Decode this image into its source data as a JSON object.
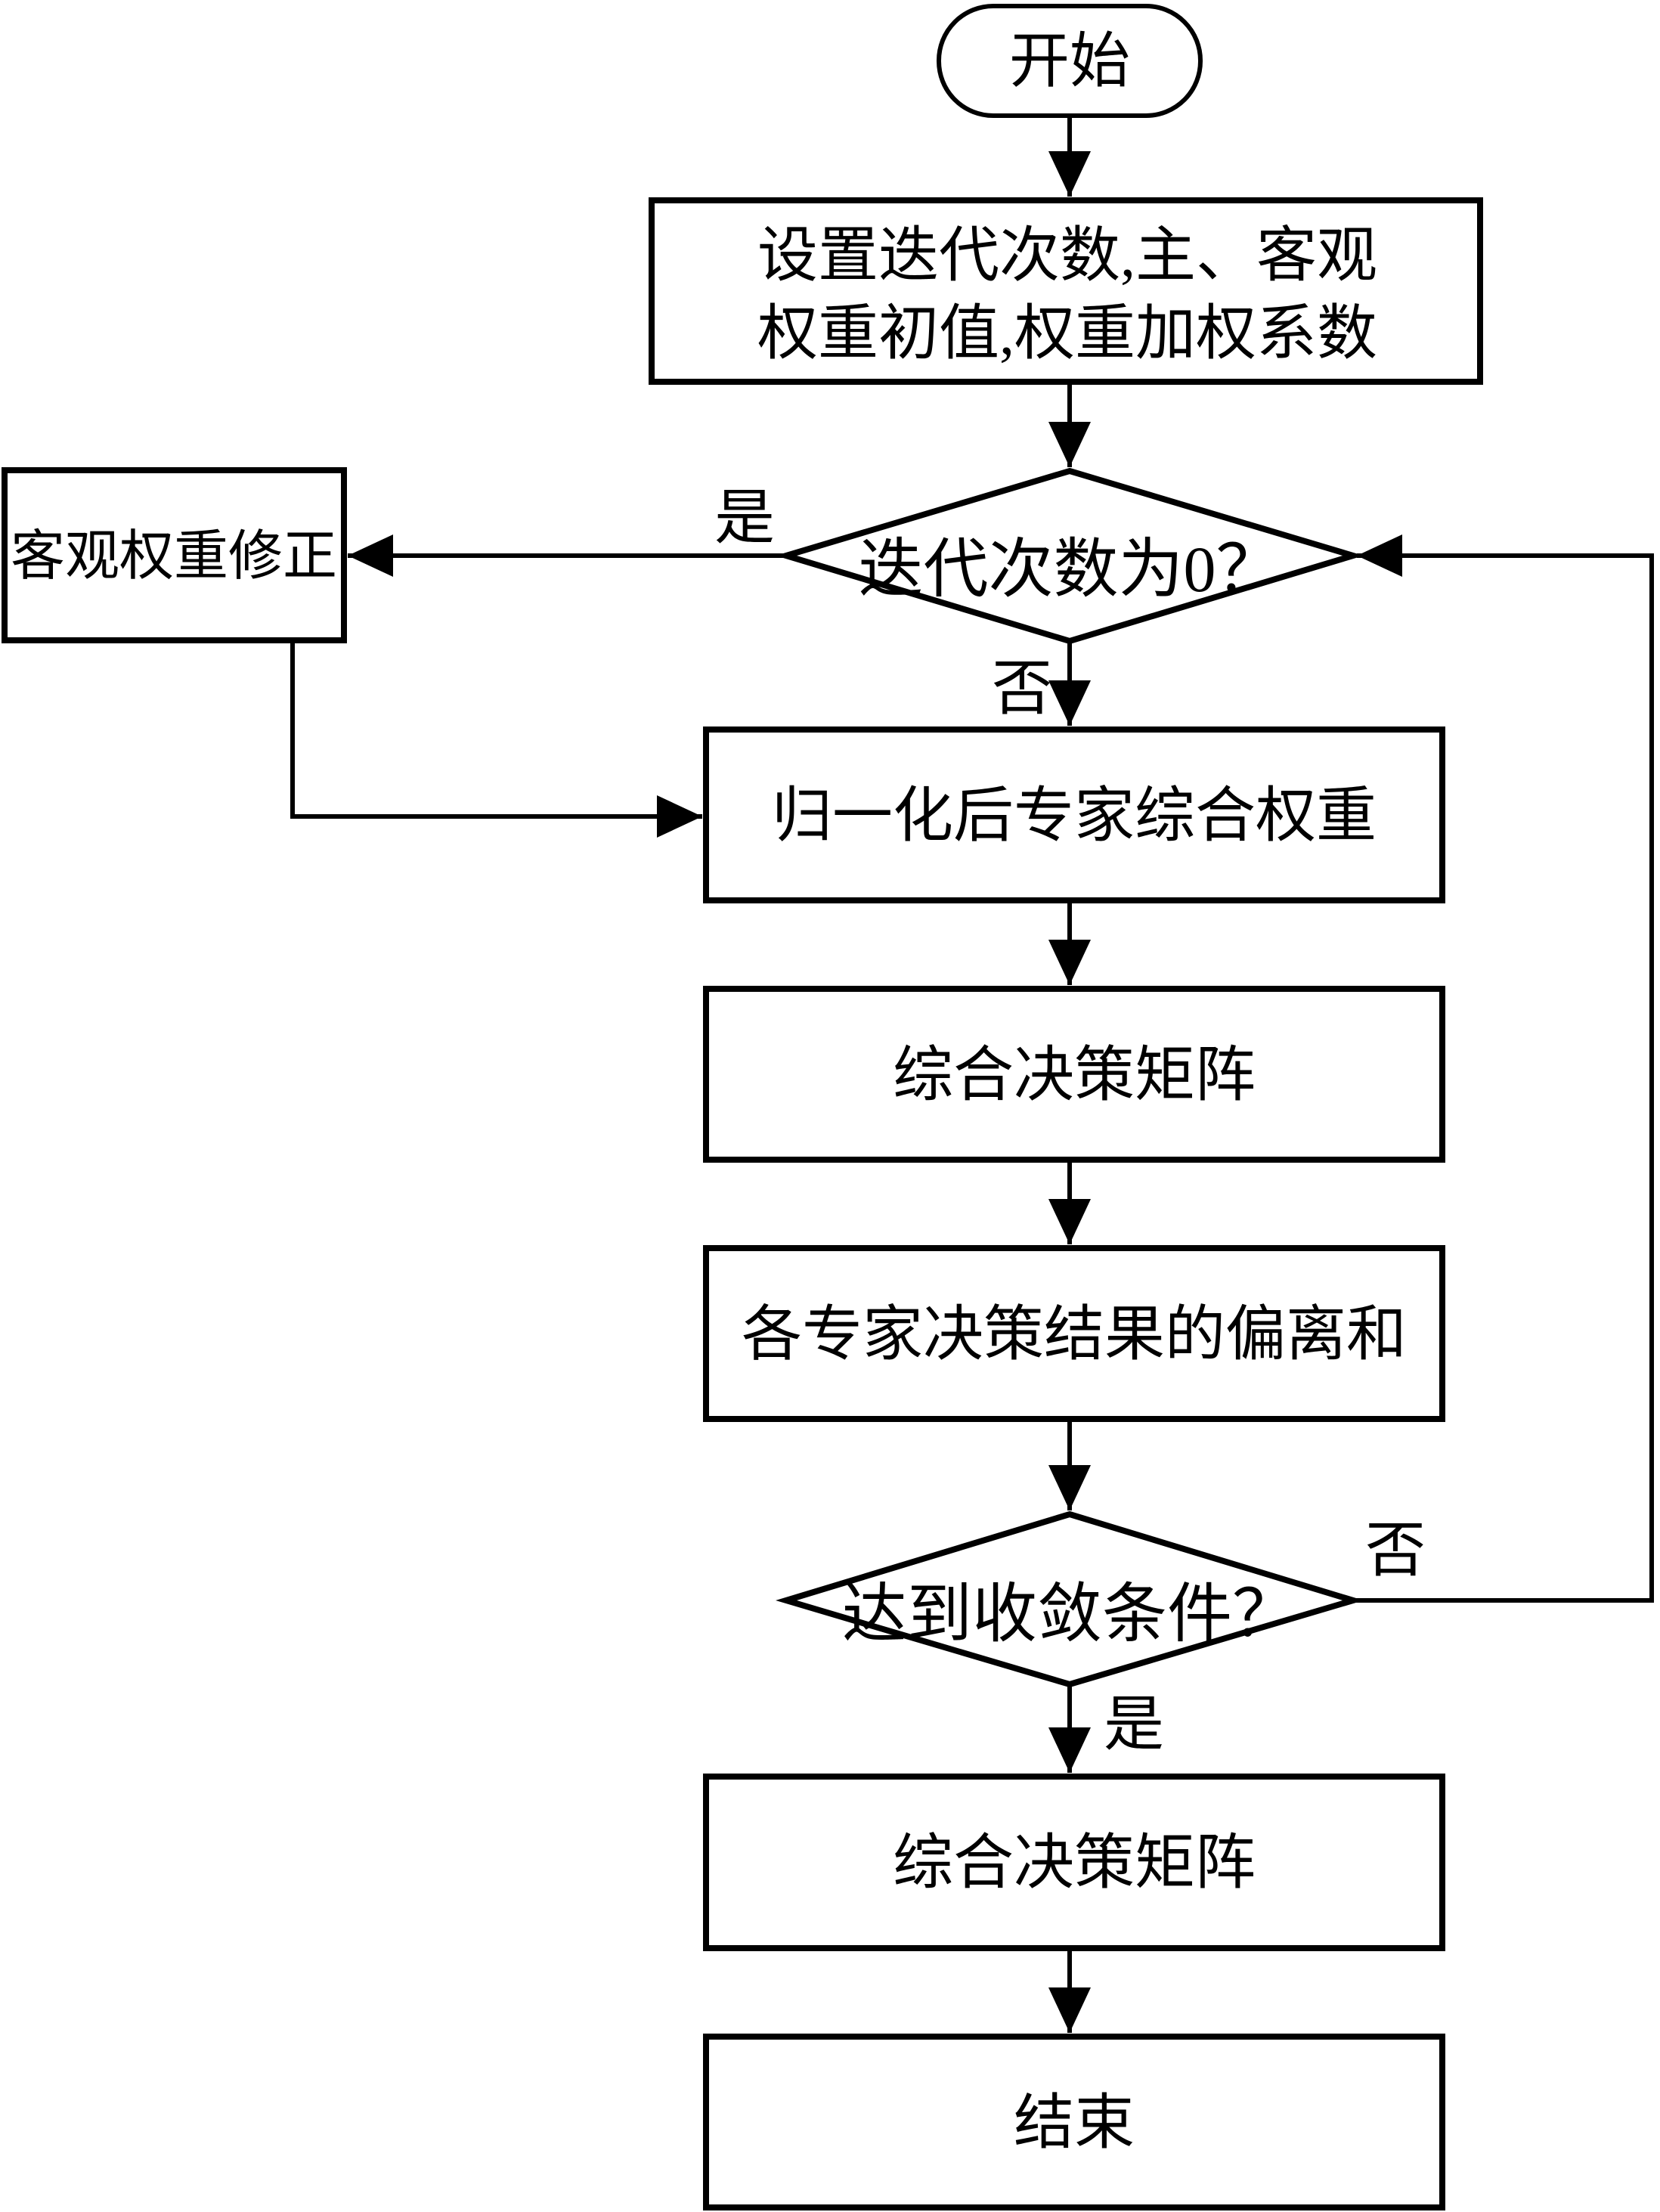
{
  "flowchart": {
    "colors": {
      "stroke": "#000000",
      "background": "#ffffff"
    },
    "nodes": {
      "start": {
        "type": "terminator",
        "label": "开始"
      },
      "init": {
        "type": "process",
        "label_line1": "设置迭代次数,主、客观",
        "label_line2": "权重初值,权重加权系数"
      },
      "decision_iteration": {
        "type": "decision",
        "label": "迭代次数为0？"
      },
      "objective_weight_correction": {
        "type": "process",
        "label": "客观权重修正"
      },
      "normalized_expert_weight": {
        "type": "process",
        "label": "归一化后专家综合权重"
      },
      "decision_matrix_1": {
        "type": "process",
        "label": "综合决策矩阵"
      },
      "deviation_sum": {
        "type": "process",
        "label": "各专家决策结果的偏离和"
      },
      "decision_convergence": {
        "type": "decision",
        "label": "达到收敛条件？"
      },
      "decision_matrix_2": {
        "type": "process",
        "label": "综合决策矩阵"
      },
      "end": {
        "type": "process",
        "label": "结束"
      }
    },
    "edge_labels": {
      "iteration_yes": "是",
      "iteration_no": "否",
      "convergence_no": "否",
      "convergence_yes": "是"
    }
  }
}
